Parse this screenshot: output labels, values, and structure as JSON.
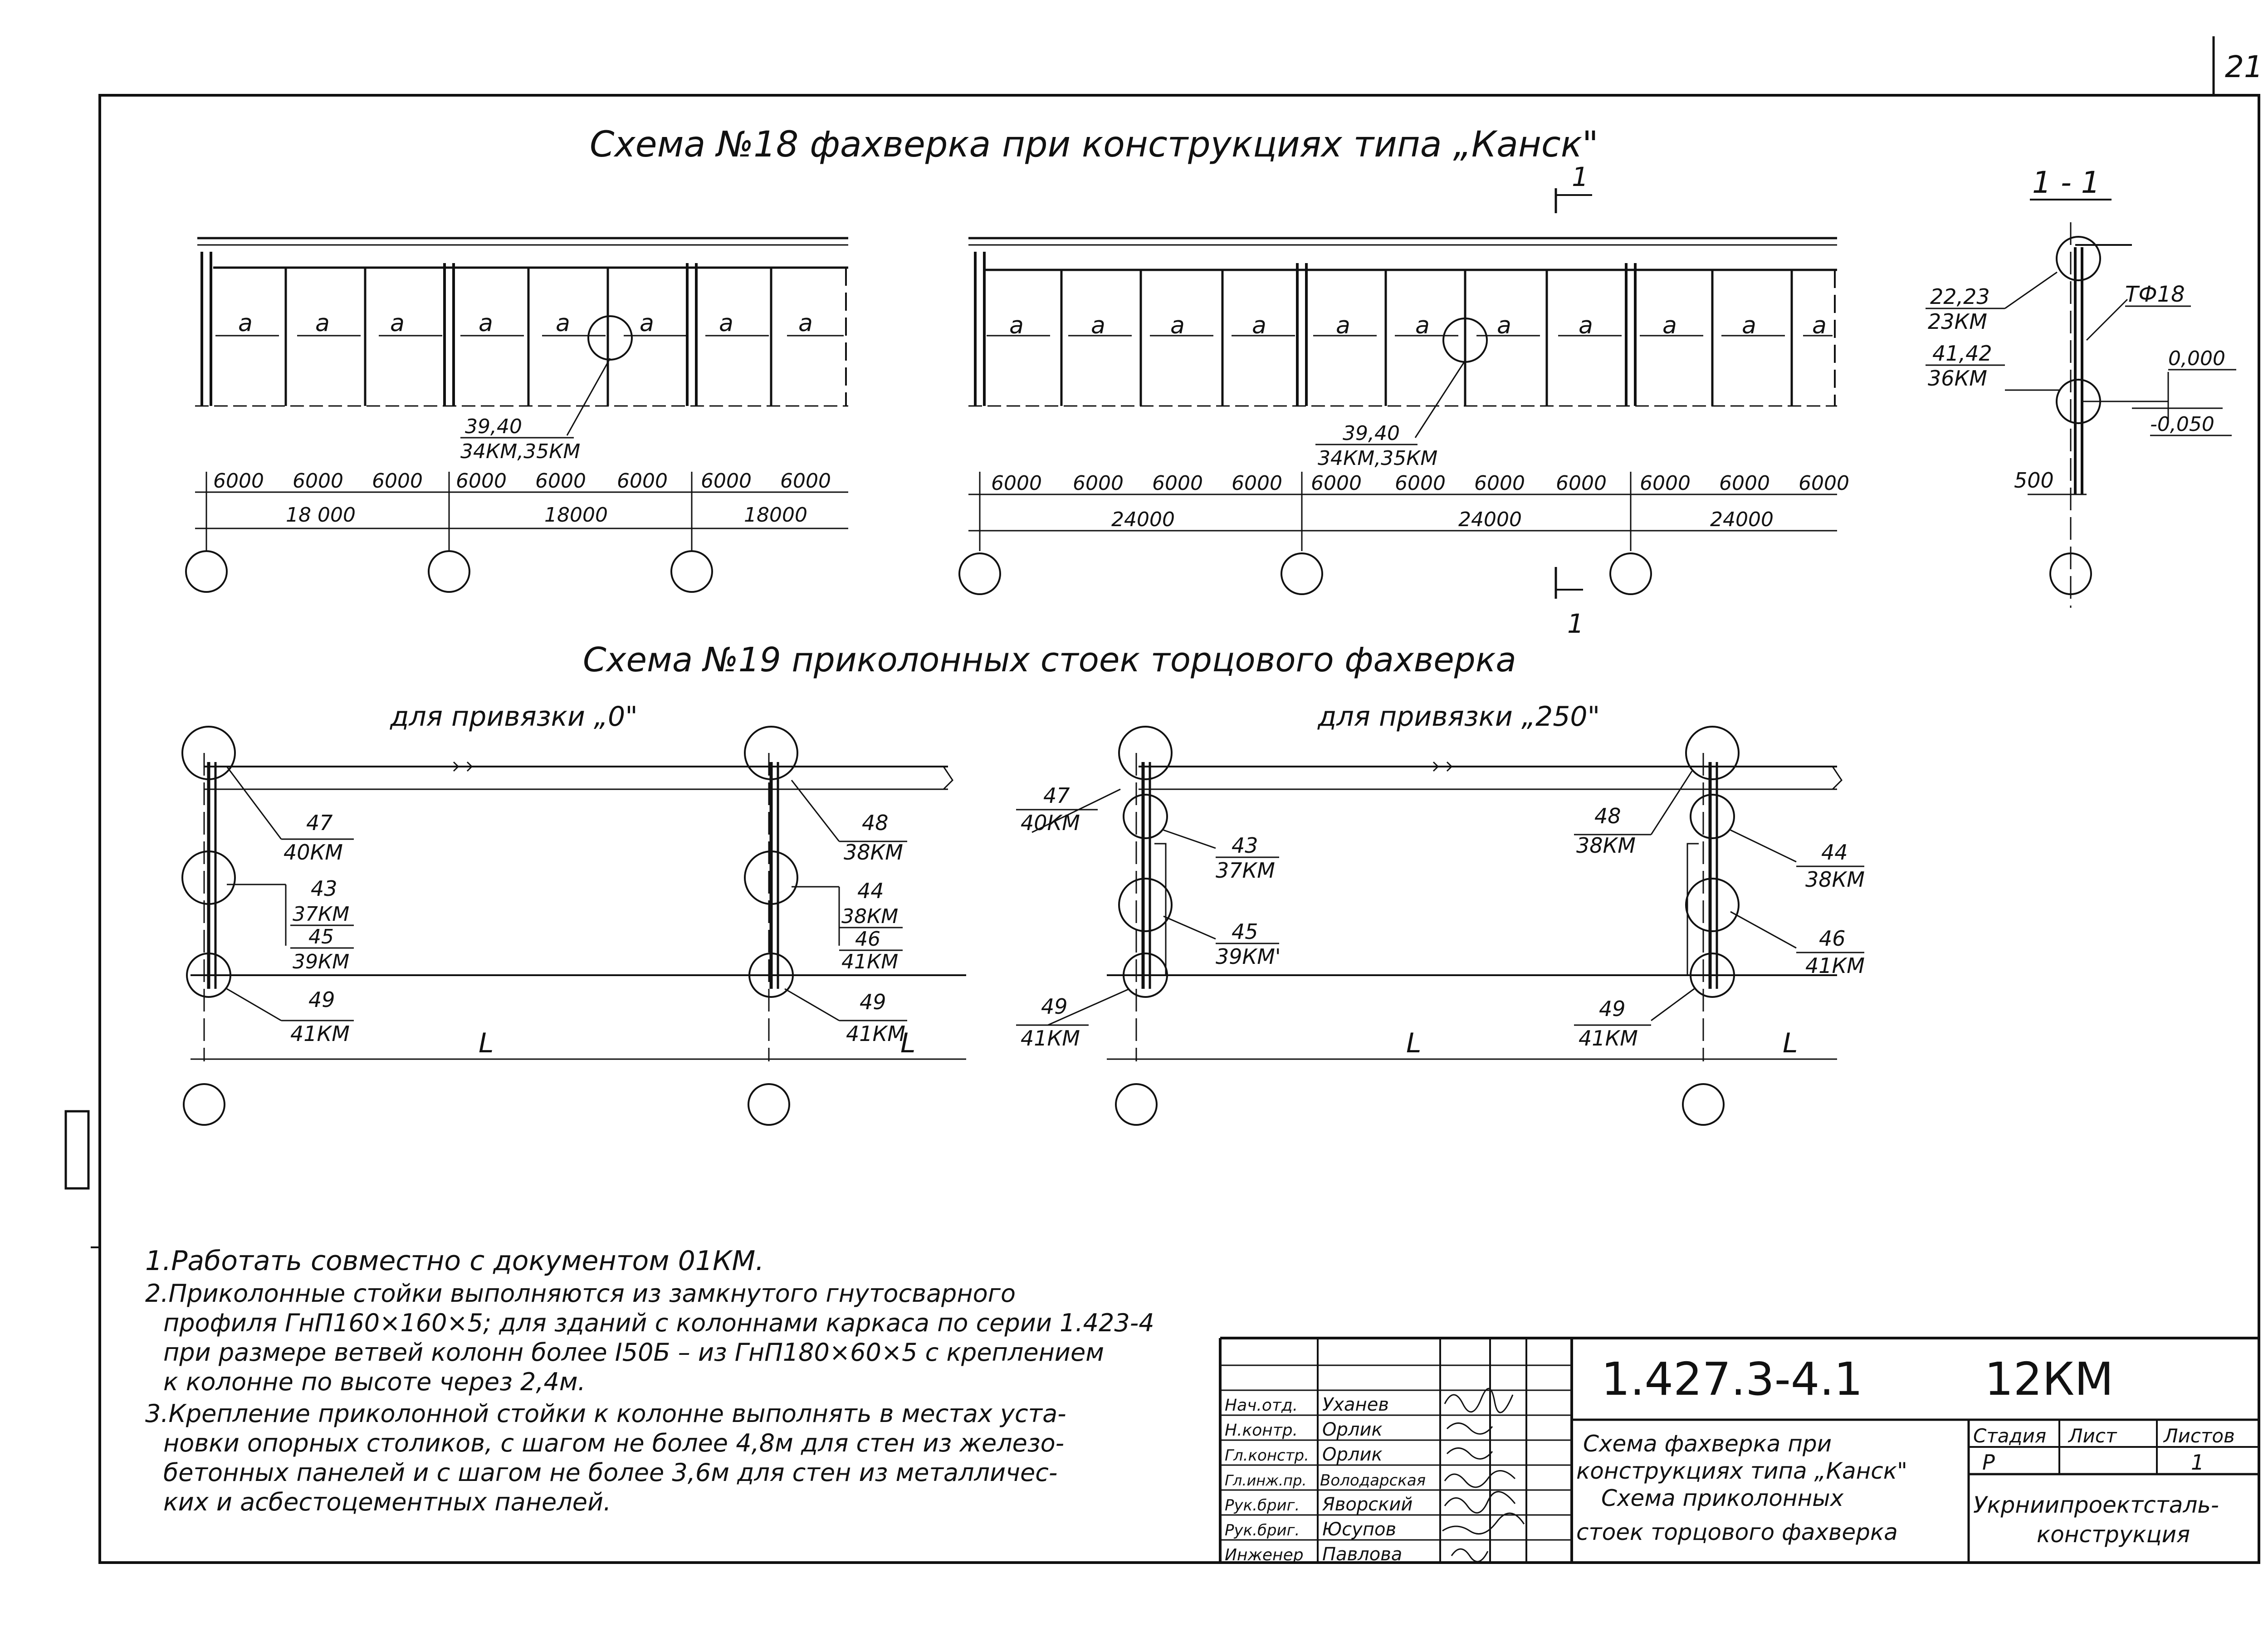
{
  "sheet_number": "21",
  "scheme18": {
    "title": "Схема №18 фахверка при конструкциях типа „Канск\"",
    "panel_mark": "а",
    "left_callout": [
      "39,40",
      "34КМ,35КМ"
    ],
    "right_callout": [
      "39,40",
      "34КМ,35КМ"
    ],
    "left_bays": [
      "6000",
      "6000",
      "6000",
      "6000",
      "6000",
      "6000",
      "6000",
      "6000"
    ],
    "left_spans": [
      "18 000",
      "18000",
      "18000"
    ],
    "right_bays": [
      "6000",
      "6000",
      "6000",
      "6000",
      "6000",
      "6000",
      "6000",
      "6000",
      "6000",
      "6000",
      "6000"
    ],
    "right_spans": [
      "24000",
      "24000",
      "24000"
    ],
    "cut_mark": "1"
  },
  "section11": {
    "title": "1 - 1",
    "top_callout": [
      "22,23",
      "23КМ"
    ],
    "bottom_callout": [
      "41,42",
      "36КМ"
    ],
    "profile": "ТФ18",
    "level_top": "0,000",
    "level_bottom": "-0,050",
    "dim": "500"
  },
  "scheme19": {
    "title": "Схема №19 приколонных стоек торцового фахверка",
    "sub_left": "для привязки „0\"",
    "sub_right": "для привязки „250\"",
    "span_label": "L",
    "left": {
      "c1": [
        "47",
        "40КМ"
      ],
      "c2": [
        "43",
        "37КМ",
        "45",
        "39КМ"
      ],
      "c3": [
        "49",
        "41КМ"
      ],
      "c4": [
        "48",
        "38КМ"
      ],
      "c5": [
        "44",
        "38КМ",
        "46",
        "41КМ"
      ],
      "c6": [
        "49",
        "41КМ"
      ]
    },
    "right": {
      "c1": [
        "47",
        "40КМ"
      ],
      "c2": [
        "43",
        "37КМ"
      ],
      "c3": [
        "45",
        "39КМ'"
      ],
      "c4": [
        "49",
        "41КМ"
      ],
      "c5": [
        "48",
        "38КМ"
      ],
      "c6": [
        "44",
        "38КМ"
      ],
      "c7": [
        "46",
        "41КМ"
      ],
      "c8": [
        "49",
        "41КМ"
      ]
    }
  },
  "notes": [
    "1.Работать совместно с документом 01КМ.",
    "2.Приколонные стойки выполняются из замкнутого гнутосварного",
    "профиля ГнП160×160×5; для зданий с колоннами каркаса по серии 1.423-4",
    "при размере ветвей колонн более I50Б – из ГнП180×60×5 с креплением",
    "к колонне по высоте через 2,4м.",
    "3.Крепление приколонной стойки к колонне выполнять в местах уста-",
    "новки опорных столиков, с шагом не более 4,8м для стен из железо-",
    "бетонных панелей и с шагом не более 3,6м для стен из металличес-",
    "ких и асбестоцементных панелей."
  ],
  "title_block": {
    "roles": [
      "Нач.отд.",
      "Н.контр.",
      "Гл.констр.",
      "Гл.инж.пр.",
      "Рук.бриг.",
      "Рук.бриг.",
      "Инженер"
    ],
    "names": [
      "Уханев",
      "Орлик",
      "Орлик",
      "Володарская",
      "Яворский",
      "Юсупов",
      "Павлова"
    ],
    "code": "1.427.3-4.1",
    "code_suffix": "12КМ",
    "description": [
      "Схема фахверка при",
      "конструкциях типа „Канск\"",
      "Схема приколонных",
      "стоек торцового фахверка"
    ],
    "stage_label": "Стадия",
    "sheet_label": "Лист",
    "sheets_label": "Листов",
    "stage": "Р",
    "sheets": "1",
    "org": [
      "Укрниипроектсталь-",
      "конструкция"
    ]
  }
}
